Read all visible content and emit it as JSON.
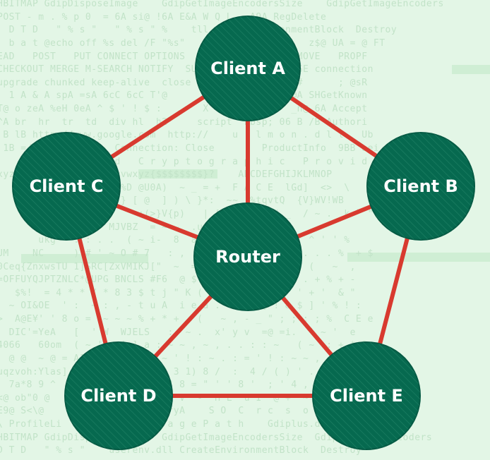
{
  "colors": {
    "background": "#e3f6e6",
    "background_text": "#c2e3c8",
    "node_fill": "#06694f",
    "node_stroke": "#055a44",
    "node_hatch": "#2c8d70",
    "link": "#d83a2f",
    "node_label": "#ffffff"
  },
  "background_text_lines": [
    "HBITMAP GdipDisposeImage    GdipGetImageEncodersSize    GdipGetImageEncoders",
    "POST - m . % p 0  = 6A si@ !6A E&A W Q L   A9A RegDelete",
    "  D T D   \" % s \"   \" % s \" %    tll CreateEnvironmentBlock  Destroy",
    "  b a t @echo off %s del /F \"%s\"   \" C o m S p e c   z$@ UA = @ FT",
    "EAD   POST   PUT CONNECT OPTIONS    LOCK   MKCOL   MOVE   PROPF",
    "CHECKOUT MERGE M-SEARCH NOTIFY  SUBSCRIBE PATCH PURGE connection",
    "upgrade chunked keep-alive  close   @ %S@ ! @  [ ~ #      ; @sR",
    "  1 A & A spA =sA 6cC 6cC T'@      @ uA T @ F9A  1@A SHGetKnown",
    "T@ o zeA %eH 0eA ^ $ ' ! $ :       X : : ; L W J  _n@ 6A Accept",
    "^A br  hr  tr  td  div hl  h2     script  nbsp; 06 B /B Authori",
    " B lB http://www.google.com  http://    u r l m o n . d l l   Ub",
    " 1B =/= HTTP/1.1    Connection: Close        ProductInfo  9BB aei",
    "      E n h a n c e d   C r y p t o g r a p h i c   P r o v i d e r",
    "xyz0123456789+/=    uvwxyz{$$$$$$$$}?    ABCDEFGHIJKLMNOP",
    "     %;[ ; :^B 3(FR  %D @U0A)  ~ _ = +  F A C E  lGd]  <>  \\",
    "          {8 @}&  8 {} [ @  ] ) \\ }*:  ~~  %tqvtQ  {V}WV!WB",
    "           H  ~         :(>}V{p)   | [)  ~ :   \" _  / ~ .  k ` \"",
    "            *xdll  MJVBZ  = ~ ~  .uvweee",
    "       ukg   . : . .  ( ~ i-  8  a1a ~   ~ ~ ~ ~ ^ \" ^ ' ' %",
    "UM    NC     ) # ' ~ O # 7   : , .  F . .  ~  : - \" . . . %  + $",
    "0Ceq{ZnxwsTU 1]SRC[ZxVMIKJ[\"  ~  = + \\      @  -  #  (   ~  ,",
    "=OFFUYQJPTZNLC*@UPG BNCLS #F6  @ $ %   ) ~ R . H E  . + % + -",
    "   $%!  = 4 * * / * 8 3 $ t j \" K ( = , - 9 0 )  \" ' + '  & \"",
    "  ~ OI&OE  ' :  ~ : , - t u A  i e a .  ~ .  [ ! & $ ] ' % ! :",
    ">  A@E¥' ' 8 o =  ~ ~ ~ % + * +   (   ~ , - _ \" ; ; ; ; %  C E e",
    "  DIC'=YeA   [  ' W  WJELS   :  ~ .  x' y v  =@ =i.  ' ~ '  e",
    "4066   60om  ( ~ ' . ' ] a : ~ ~ , ~ , . . : : ~   ( ~  : + * 9",
    "  @ @  ~ @ = A1G   ~ [   :  ~ ' ! : ~ . : = ' ! : ~ ~ , - ; :",
    "uqzvoh:Ylas]   -wxcOd  =   (0 3 1) 8 /  :  4 / ( ) ' . u , ~ %",
    "  7a*8 9 ^   :  ~  ~ .  \" Va \" 8 = \" ' ' 8 '  ; ' 4 , ; @",
    "<@ ob\"0 @    ~  ~ ~ o   C  C L V  -  H L  u I  @ +  ~ ^ ' Y",
    "E9@ S<\\@     :   :  LoadLibraryA    S O  C  r c  s  o  l",
    "\\ ProfileLi      F i l e I m a g e P a t h    Gdiplus.dll",
    "HBITMAP GdipDisposeImage    GdipGetImageEncodersSize  GdipGetImageEncoders",
    "D T D   \" % s \"    userenv.dll CreateEnvironmentBlock  Destroy"
  ],
  "diagram": {
    "nodes": [
      {
        "id": "client-a",
        "label": "Client A"
      },
      {
        "id": "client-b",
        "label": "Client B"
      },
      {
        "id": "client-c",
        "label": "Client C"
      },
      {
        "id": "router",
        "label": "Router"
      },
      {
        "id": "client-d",
        "label": "Client D"
      },
      {
        "id": "client-e",
        "label": "Client E"
      }
    ],
    "links": [
      {
        "from": "client-a",
        "to": "client-b"
      },
      {
        "from": "client-b",
        "to": "client-e"
      },
      {
        "from": "client-e",
        "to": "client-d"
      },
      {
        "from": "client-d",
        "to": "client-c"
      },
      {
        "from": "client-c",
        "to": "client-a"
      },
      {
        "from": "router",
        "to": "client-a"
      },
      {
        "from": "router",
        "to": "client-b"
      },
      {
        "from": "router",
        "to": "client-c"
      },
      {
        "from": "router",
        "to": "client-d"
      },
      {
        "from": "router",
        "to": "client-e"
      }
    ]
  }
}
